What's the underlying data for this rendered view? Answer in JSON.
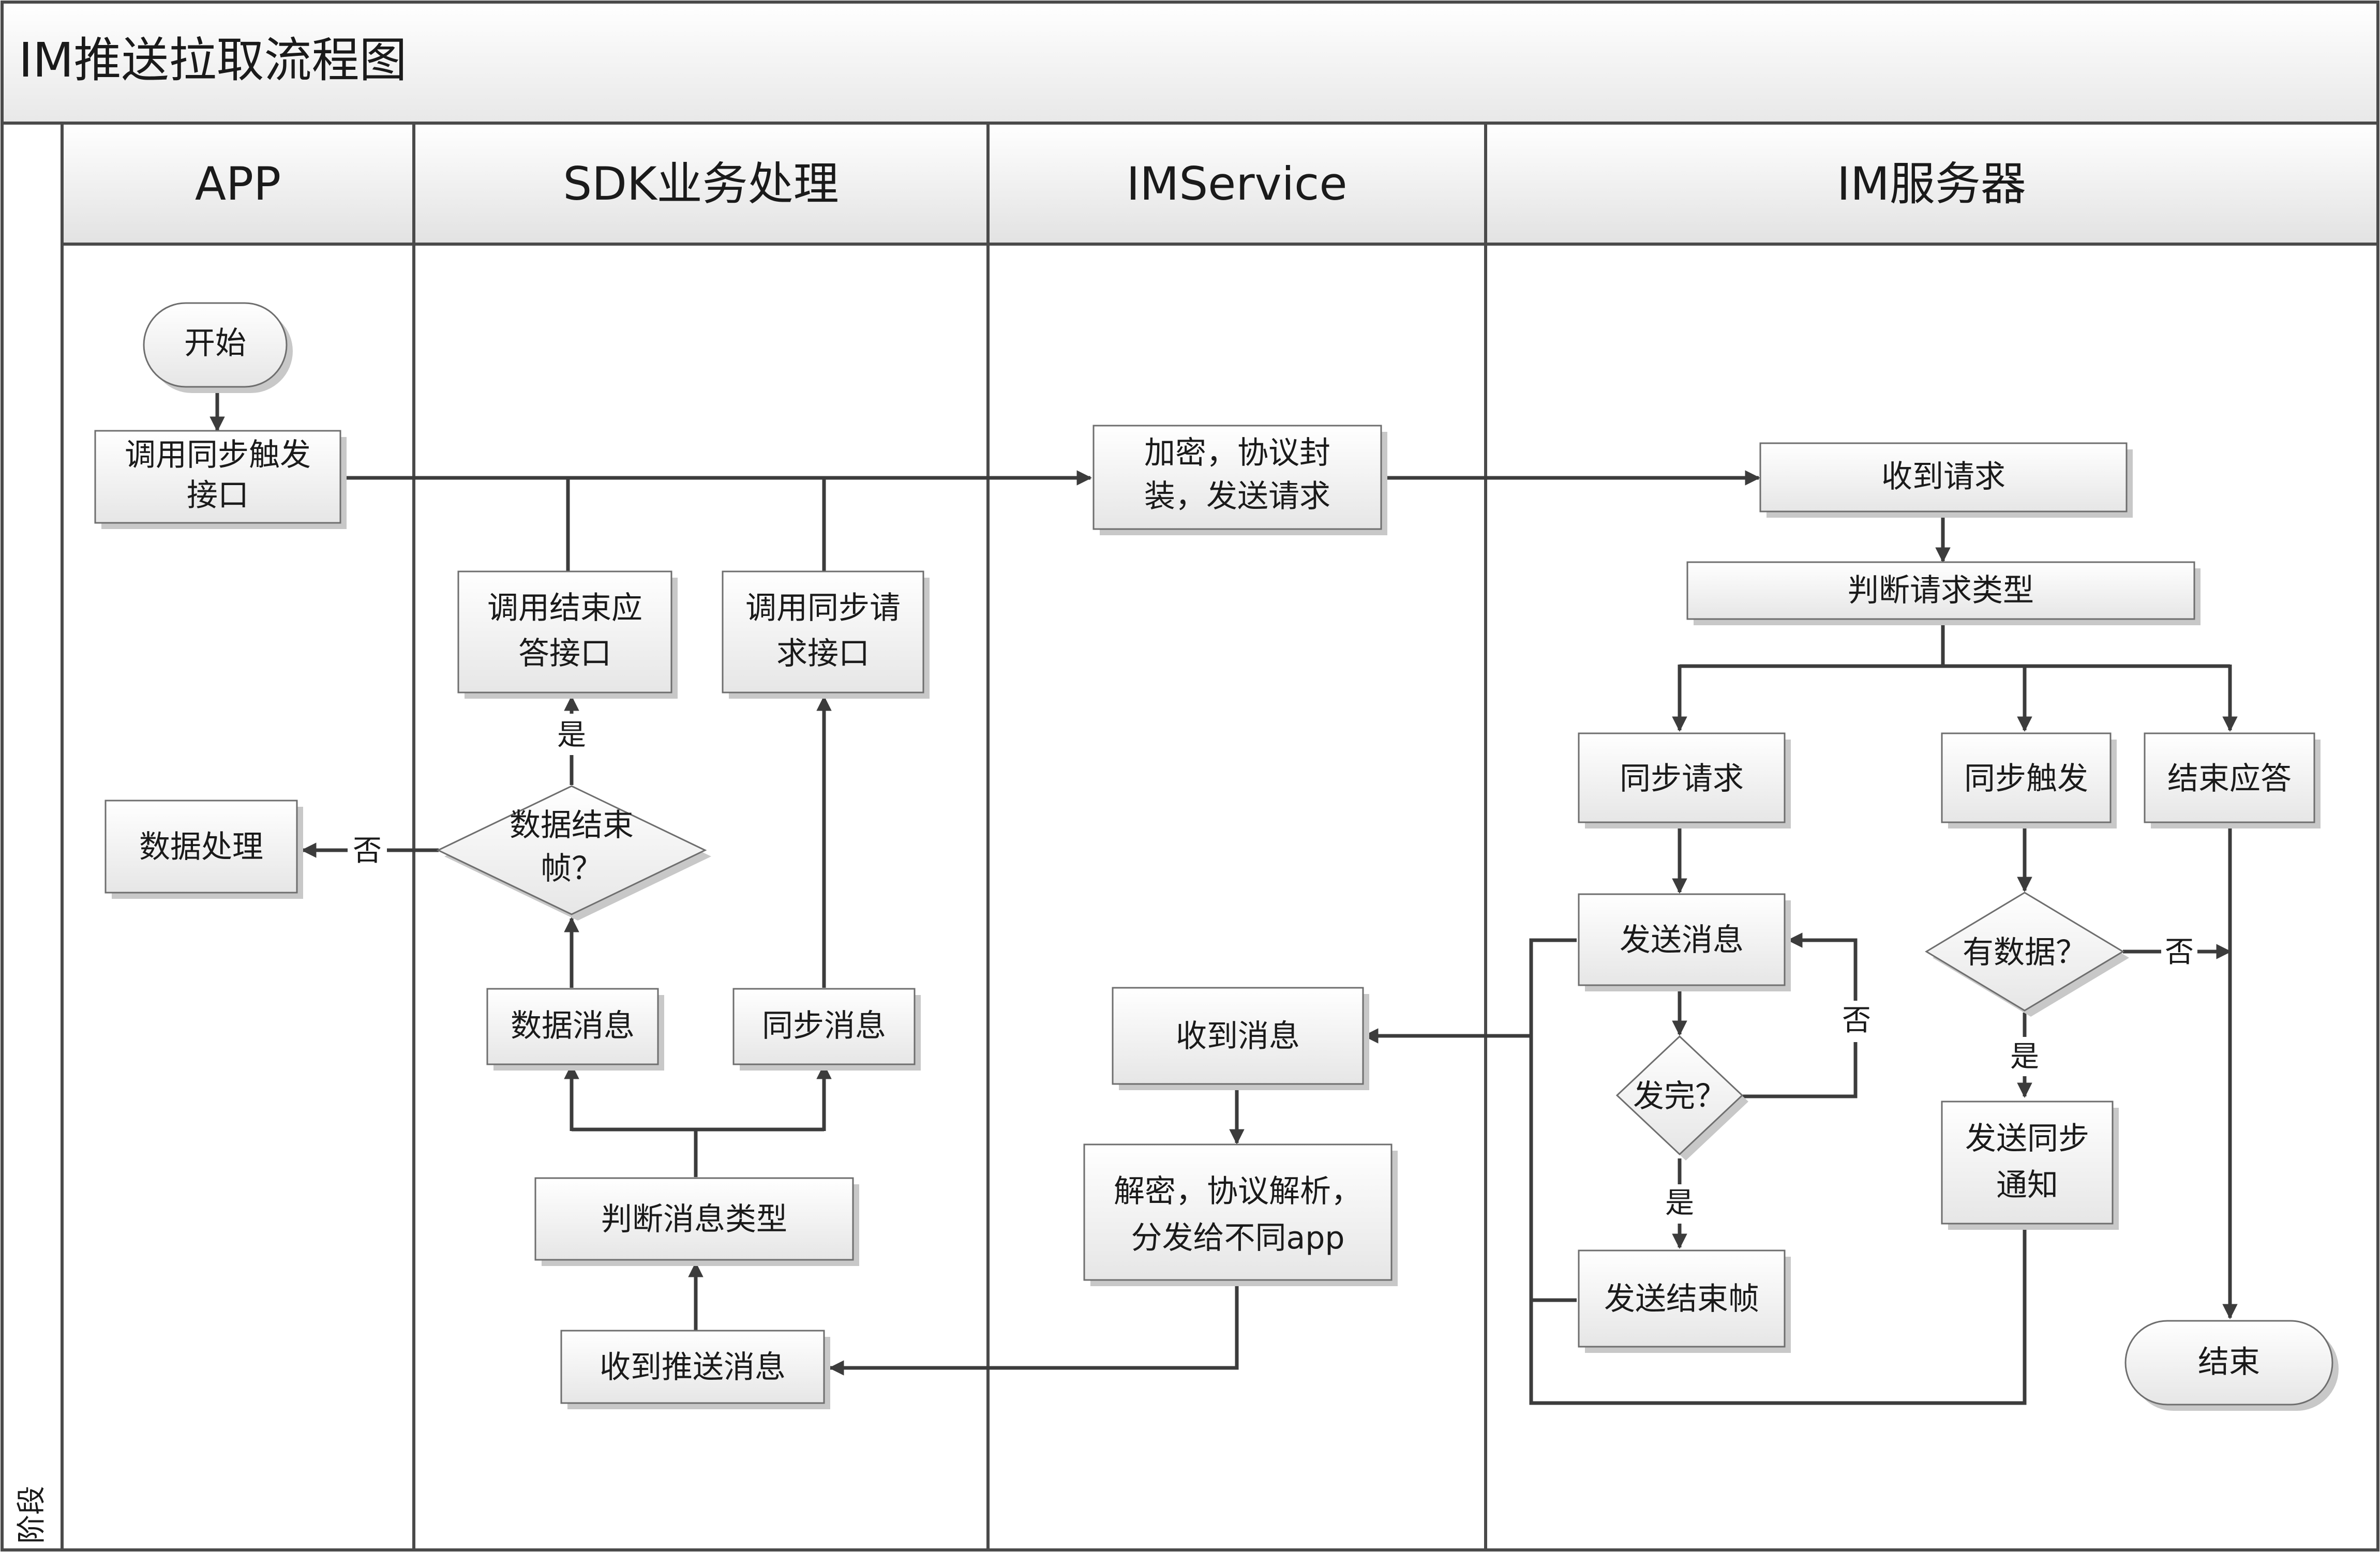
{
  "title": "IM推送拉取流程图",
  "stage_label": "阶段",
  "lanes": [
    "APP",
    "SDK业务处理",
    "IMService",
    "IM服务器"
  ],
  "nodes": {
    "start": "开始",
    "call_sync_trigger": [
      "调用同步触发",
      "接口"
    ],
    "encrypt_send": [
      "加密，协议封",
      "装，发送请求"
    ],
    "receive_request": "收到请求",
    "judge_request_type": "判断请求类型",
    "sync_request": "同步请求",
    "sync_trigger": "同步触发",
    "end_reply": "结束应答",
    "send_message": "发送消息",
    "sent_done": "发完？",
    "send_end_frame": "发送结束帧",
    "has_data": "有数据？",
    "send_sync_notify": [
      "发送同步",
      "通知"
    ],
    "end": "结束",
    "imservice_receive_message": "收到消息",
    "decrypt_dispatch": [
      "解密，协议解析，",
      "分发给不同app"
    ],
    "receive_push": "收到推送消息",
    "judge_message_type": "判断消息类型",
    "data_message": "数据消息",
    "sync_message": "同步消息",
    "is_data_end_frame": [
      "数据结束",
      "帧？"
    ],
    "call_end_reply": [
      "调用结束应",
      "答接口"
    ],
    "call_sync_request": [
      "调用同步请",
      "求接口"
    ],
    "data_processing": "数据处理"
  },
  "labels": {
    "yes": "是",
    "no": "否"
  },
  "colors": {
    "box_fill_top": "#ffffff",
    "box_fill_bottom": "#e6e6e6",
    "header_fill_top": "#ffffff",
    "header_fill_bottom": "#e2e2e2",
    "line": "#3c3c3c"
  }
}
